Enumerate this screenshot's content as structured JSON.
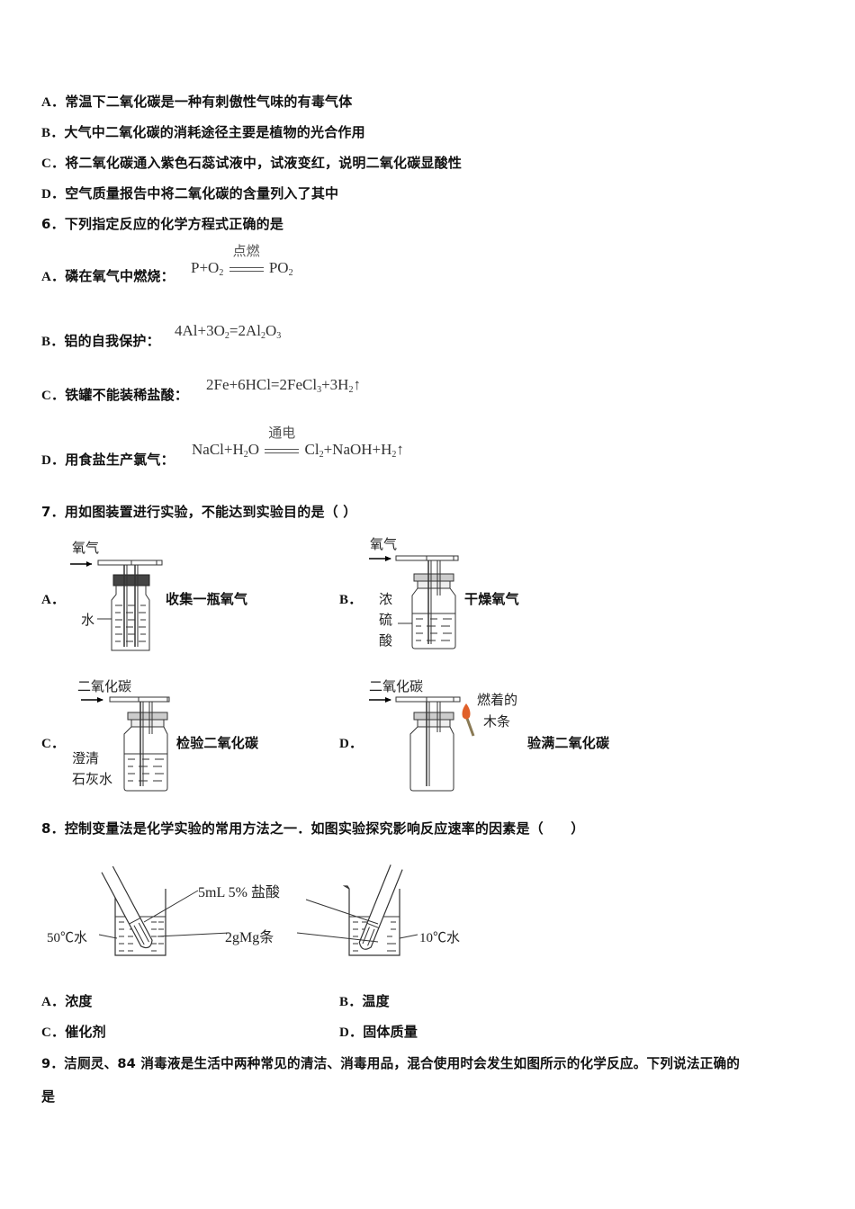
{
  "q5_options": [
    {
      "label": "A．",
      "text": "常温下二氧化碳是一种有刺傲性气味的有毒气体"
    },
    {
      "label": "B．",
      "text": "大气中二氧化碳的消耗途径主要是植物的光合作用"
    },
    {
      "label": "C．",
      "text": "将二氧化碳通入紫色石蕊试液中，试液变红，说明二氧化碳显酸性"
    },
    {
      "label": "D．",
      "text": "空气质量报告中将二氧化碳的含量列入了其中"
    }
  ],
  "q6": {
    "stem": "6．下列指定反应的化学方程式正确的是",
    "options": [
      {
        "label": "A．",
        "text": "磷在氧气中燃烧：",
        "lhs": "P+O",
        "lhs_sub": "2",
        "condition": "点燃",
        "rhs": "PO",
        "rhs_sub": "2"
      },
      {
        "label": "B．",
        "text": "铝的自我保护：",
        "eq_parts": [
          "4Al+3O",
          "2",
          "=2Al",
          "2",
          "O",
          "3"
        ]
      },
      {
        "label": "C．",
        "text": "铁罐不能装稀盐酸：",
        "eq_parts": [
          "2Fe+6HCl=2FeCl",
          "3",
          "+3H",
          "2",
          "↑"
        ]
      },
      {
        "label": "D．",
        "text": "用食盐生产氯气：",
        "lhs": "NaCl+H",
        "lhs_sub": "2",
        "lhs_tail": "O",
        "condition": "通电",
        "rhs_parts": [
          "Cl",
          "2",
          "+NaOH+H",
          "2",
          "↑"
        ]
      }
    ]
  },
  "q7": {
    "stem": "7．用如图装置进行实验，不能达到实验目的是（ ）",
    "options": [
      {
        "label": "A．",
        "gas": "氧气",
        "liquid": "水",
        "purpose": "收集一瓶氧气"
      },
      {
        "label": "B．",
        "gas": "氧气",
        "liquid_lines": [
          "浓",
          "硫",
          "酸"
        ],
        "purpose": "干燥氧气"
      },
      {
        "label": "C．",
        "gas": "二氧化碳",
        "liquid_lines": [
          "澄清",
          "石灰水"
        ],
        "purpose": "检验二氧化碳"
      },
      {
        "label": "D．",
        "gas": "二氧化碳",
        "stick_lines": [
          "燃着的",
          "木条"
        ],
        "purpose": "验满二氧化碳"
      }
    ]
  },
  "q8": {
    "stem": "8．控制变量法是化学实验的常用方法之一．如图实验探究影响反应速率的因素是（　　）",
    "diagram": {
      "acid_label": "5mL 5%  盐酸",
      "metal_label": "2gMg条",
      "left_water": "50℃水",
      "right_water": "10℃水"
    },
    "options": [
      {
        "label": "A．",
        "text": "浓度"
      },
      {
        "label": "B．",
        "text": "温度"
      },
      {
        "label": "C．",
        "text": "催化剂"
      },
      {
        "label": "D．",
        "text": "固体质量"
      }
    ]
  },
  "q9": {
    "stem_line1": "9．洁厕灵、84 消毒液是生活中两种常见的清洁、消毒用品，混合使用时会发生如图所示的化学反应。下列说法正确的",
    "stem_line2": "是"
  },
  "colors": {
    "flame": "#e0602a",
    "stick": "#8a7a55",
    "text": "#111111"
  }
}
